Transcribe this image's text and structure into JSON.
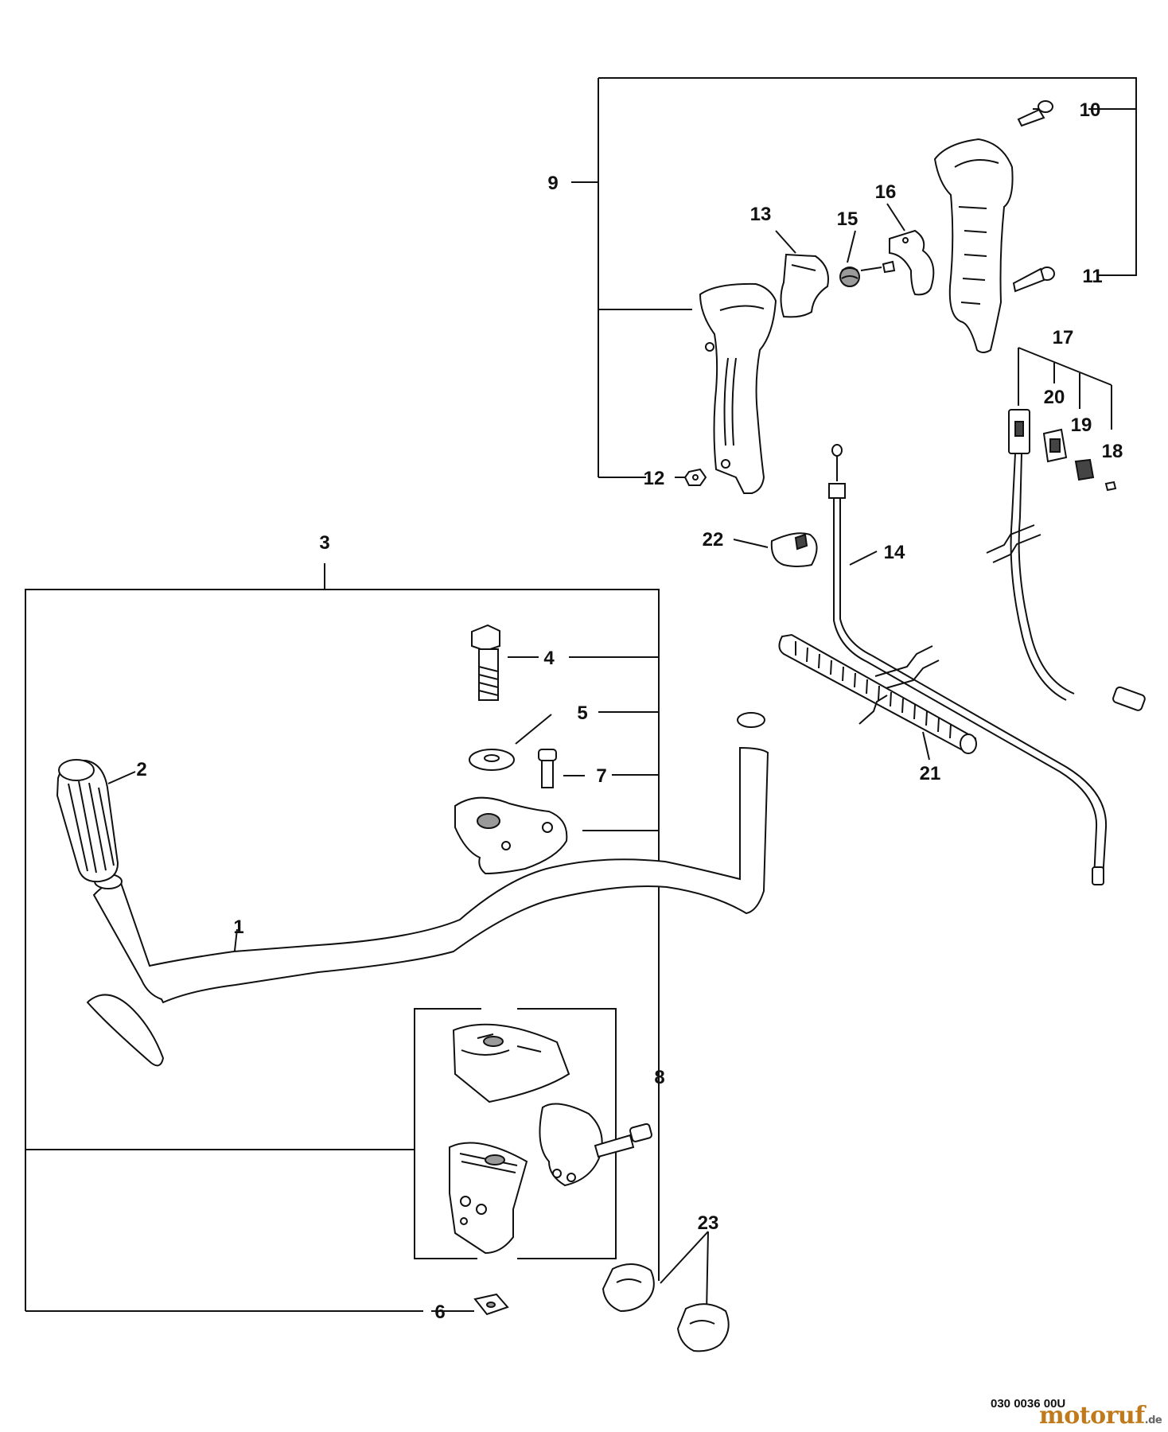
{
  "diagram": {
    "callouts": [
      {
        "id": "c1",
        "label": "1"
      },
      {
        "id": "c2",
        "label": "2"
      },
      {
        "id": "c3",
        "label": "3"
      },
      {
        "id": "c4",
        "label": "4"
      },
      {
        "id": "c5",
        "label": "5"
      },
      {
        "id": "c6",
        "label": "6"
      },
      {
        "id": "c7",
        "label": "7"
      },
      {
        "id": "c8",
        "label": "8"
      },
      {
        "id": "c9",
        "label": "9"
      },
      {
        "id": "c10",
        "label": "10"
      },
      {
        "id": "c11",
        "label": "11"
      },
      {
        "id": "c12",
        "label": "12"
      },
      {
        "id": "c13",
        "label": "13"
      },
      {
        "id": "c14",
        "label": "14"
      },
      {
        "id": "c15",
        "label": "15"
      },
      {
        "id": "c16",
        "label": "16"
      },
      {
        "id": "c17",
        "label": "17"
      },
      {
        "id": "c18",
        "label": "18"
      },
      {
        "id": "c19",
        "label": "19"
      },
      {
        "id": "c20",
        "label": "20"
      },
      {
        "id": "c21",
        "label": "21"
      },
      {
        "id": "c22",
        "label": "22"
      },
      {
        "id": "c23",
        "label": "23"
      }
    ],
    "reference_code": "030 0036 00U",
    "watermark": {
      "brand": "motoruf",
      "suffix": ".de"
    }
  }
}
